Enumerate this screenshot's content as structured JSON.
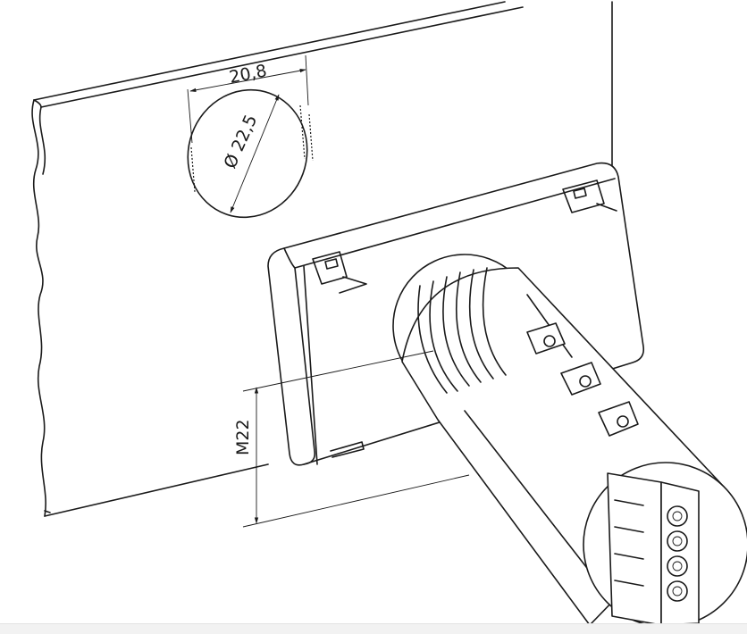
{
  "dimensions": {
    "cutout_width": "20,8",
    "cutout_diameter": "Ø 22,5",
    "thread_size": "M22"
  }
}
